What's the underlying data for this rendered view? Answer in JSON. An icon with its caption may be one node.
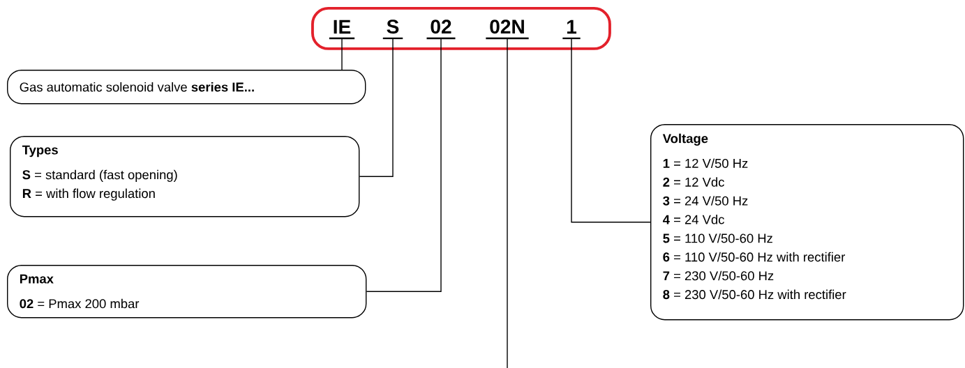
{
  "diagram": {
    "nodes": [
      {
        "text": [],
        "shape": "box"
      },
      {
        "text": [
          "IE"
        ],
        "in": 0
      },
      {
        "text": [
          "S"
        ],
        "in": 0
      },
      {
        "text": [
          "02"
        ],
        "in": 0
      },
      {
        "text": [
          "02N"
        ],
        "in": 0
      },
      {
        "text": [
          "1"
        ],
        "in": 0
      },
      {
        "text": [
          "Gas automatic solenoid valve **series IE...**"
        ]
      },
      {
        "text": [
          "Types",
          "**S** = standard (fast opening)",
          "**R** = with flow regulation"
        ]
      },
      {
        "text": [
          "Pmax",
          "**02** = Pmax 200 mbar"
        ]
      },
      {
        "text": [
          "Voltage",
          "**1** = 12 V/50 Hz",
          "**2** = 12 Vdc",
          "**3** = 24 V/50 Hz",
          "**4** = 24 Vdc",
          "**5** = 110 V/50-60 Hz",
          "**6** = 110 V/50-60 Hz with rectifier",
          "**7** = 230 V/50-60 Hz",
          "**8** = 230 V/50-60 Hz with rectifier"
        ]
      }
    ],
    "edges": [
      {
        "from": 1,
        "to": 6,
        "arrow": "none"
      },
      {
        "from": 2,
        "to": 7,
        "arrow": "none"
      },
      {
        "from": 3,
        "to": 8,
        "arrow": "none"
      },
      {
        "from": 4,
        "to": null,
        "arrow": "none"
      },
      {
        "from": 5,
        "to": 9,
        "arrow": "none"
      }
    ]
  }
}
